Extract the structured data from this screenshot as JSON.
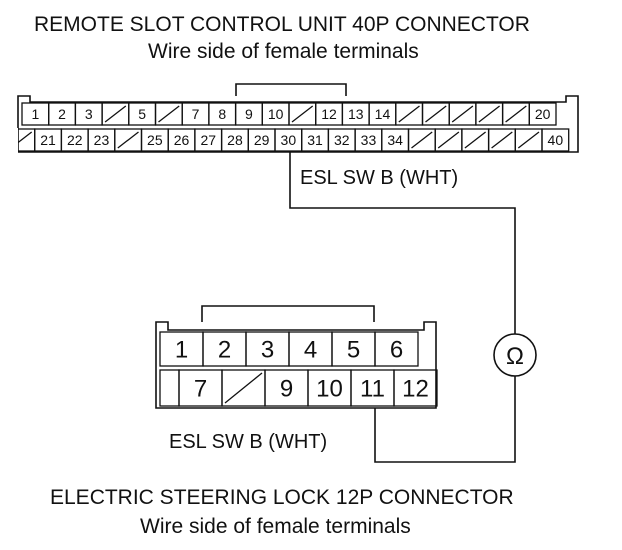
{
  "top_connector": {
    "title": "REMOTE SLOT CONTROL UNIT 40P CONNECTOR",
    "subtitle": "Wire side of female terminals",
    "row1": [
      "1",
      "2",
      "3",
      "",
      "5",
      "",
      "7",
      "8",
      "9",
      "10",
      "",
      "12",
      "13",
      "14",
      "",
      "",
      "",
      "",
      "",
      "20"
    ],
    "row2": [
      "",
      "21",
      "22",
      "23",
      "",
      "25",
      "26",
      "27",
      "28",
      "29",
      "30",
      "31",
      "32",
      "33",
      "34",
      "",
      "",
      "",
      "",
      "",
      "40"
    ],
    "wire_label": "ESL SW B (WHT)"
  },
  "bottom_connector": {
    "title": "ELECTRIC STEERING LOCK 12P CONNECTOR",
    "subtitle": "Wire side of female terminals",
    "row1": [
      "1",
      "2",
      "3",
      "4",
      "5",
      "6"
    ],
    "row2": [
      "7",
      "",
      "9",
      "10",
      "11",
      "12"
    ],
    "wire_label": "ESL SW B (WHT)"
  },
  "meter": {
    "symbol": "Ω"
  },
  "colors": {
    "line": "#111111",
    "background": "#ffffff"
  }
}
